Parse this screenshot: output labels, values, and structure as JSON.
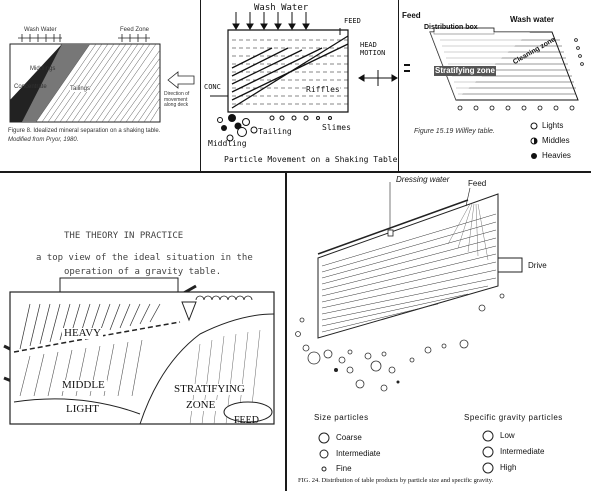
{
  "panel1": {
    "wash_water": "Wash Water",
    "feed_zone": "Feed Zone",
    "middlings": "Middlings",
    "concentrate": "Concentrate",
    "tailings": "Tailings",
    "direction": "Direction of movement along deck",
    "caption_line1": "Figure 8.  Idealized mineral separation on a shaking table.",
    "caption_line2": "Modified from Pryor, 1980."
  },
  "panel2": {
    "wash_water": "Wash Water",
    "feed": "FEED",
    "head_motion": "HEAD MOTION",
    "conc": "CONC",
    "riffles": "Riffles",
    "middling": "Middling",
    "tailing": "Tailing",
    "slimes": "Slimes",
    "title": "Particle Movement on a Shaking Table"
  },
  "panel3": {
    "feed": "Feed",
    "distribution_box": "Distribution box",
    "wash_water": "Wash water",
    "stratifying_zone": "Stratifying zone",
    "cleaning_zone": "Cleaning zone",
    "caption": "Figure 15.19  Wilfley table.",
    "legend": [
      "Lights",
      "Middles",
      "Heavies"
    ]
  },
  "panel4": {
    "heading": "THE THEORY IN PRACTICE",
    "subtitle_line1": "a top view of the ideal situation in the",
    "subtitle_line2": "operation of a gravity table.",
    "heavy": "HEAVY",
    "middle": "MIDDLE",
    "light": "LIGHT",
    "stratifying": "STRATIFYING",
    "zone": "ZONE",
    "feed": "FEED"
  },
  "panel5": {
    "dressing_water": "Dressing water",
    "feed": "Feed",
    "drive": "Drive",
    "size_heading": "Size particles",
    "size_items": [
      "Coarse",
      "Intermediate",
      "Fine"
    ],
    "gravity_heading": "Specific gravity particles",
    "gravity_items": [
      "Low",
      "Intermediate",
      "High"
    ],
    "caption": "FIG. 24.   Distribution of table products by particle size and specific gravity."
  }
}
